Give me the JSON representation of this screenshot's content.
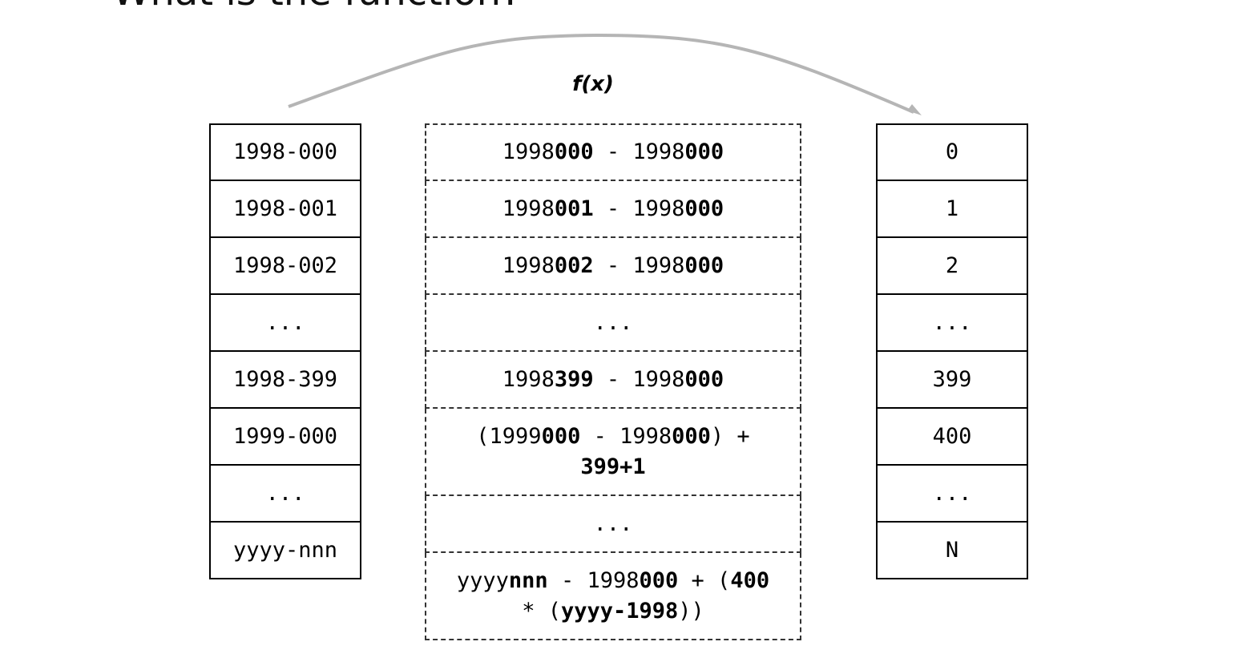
{
  "title": "What is the function?",
  "fx_label": "f(x)",
  "colors": {
    "arrow": "#b5b5b5",
    "border": "#000000"
  },
  "left_column": [
    "1998-000",
    "1998-001",
    "1998-002",
    "...",
    "1998-399",
    "1999-000",
    "...",
    "yyyy-nnn"
  ],
  "right_column": [
    "0",
    "1",
    "2",
    "...",
    "399",
    "400",
    "...",
    "N"
  ],
  "middle_column": [
    [
      [
        "1998",
        false
      ],
      [
        "000",
        true
      ],
      [
        " - 1998",
        false
      ],
      [
        "000",
        true
      ]
    ],
    [
      [
        "1998",
        false
      ],
      [
        "001",
        true
      ],
      [
        " - 1998",
        false
      ],
      [
        "000",
        true
      ]
    ],
    [
      [
        "1998",
        false
      ],
      [
        "002",
        true
      ],
      [
        " - 1998",
        false
      ],
      [
        "000",
        true
      ]
    ],
    [
      [
        "...",
        false
      ]
    ],
    [
      [
        "1998",
        false
      ],
      [
        "399",
        true
      ],
      [
        " - 1998",
        false
      ],
      [
        "000",
        true
      ]
    ],
    [
      [
        "(1999",
        false
      ],
      [
        "000",
        true
      ],
      [
        " - 1998",
        false
      ],
      [
        "000",
        true
      ],
      [
        ") +",
        false
      ],
      [
        "\n",
        false
      ],
      [
        "399+1",
        true
      ]
    ],
    [
      [
        "...",
        false
      ]
    ],
    [
      [
        "yyyy",
        false
      ],
      [
        "nnn",
        true
      ],
      [
        " - 1998",
        false
      ],
      [
        "000",
        true
      ],
      [
        " + (",
        false
      ],
      [
        "400",
        true
      ],
      [
        "\n",
        false
      ],
      [
        "* (",
        false
      ],
      [
        "yyyy-1998",
        true
      ],
      [
        "))",
        false
      ]
    ]
  ]
}
